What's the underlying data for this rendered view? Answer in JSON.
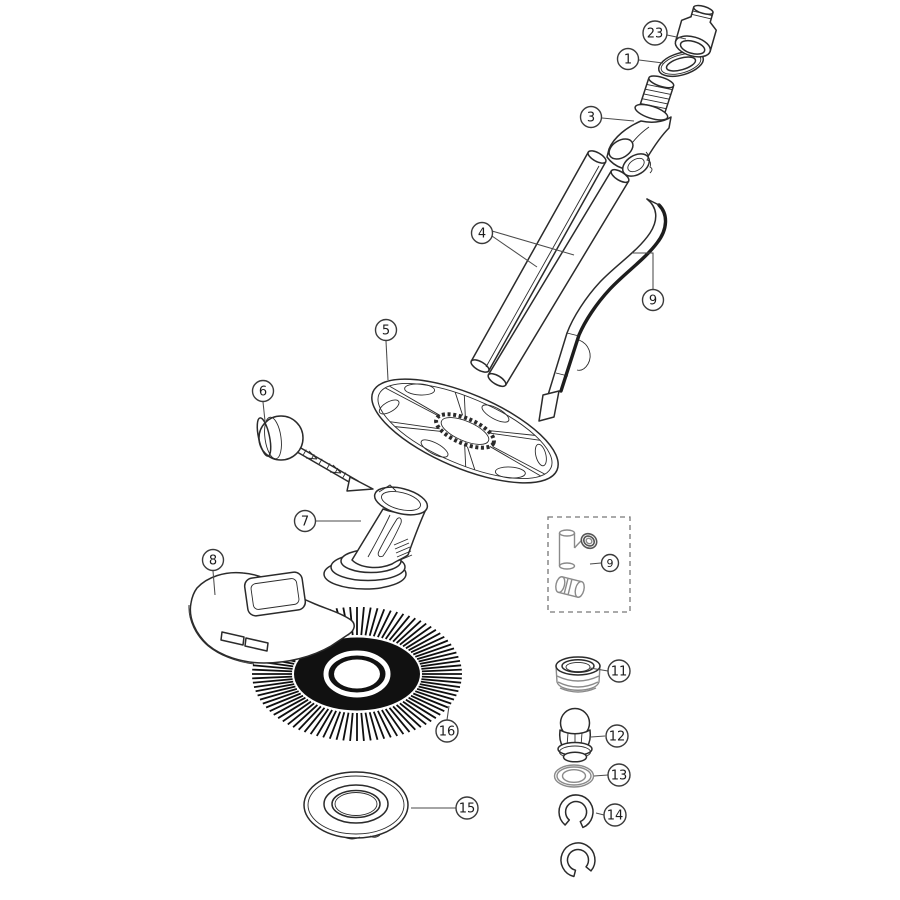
{
  "diagram": {
    "background_color": "#ffffff",
    "line_color": "#2b2b2b",
    "fin_color": "#0f0f0f",
    "hardware_gray": "#8a8a8a",
    "callouts": [
      {
        "label": "23"
      },
      {
        "label": "1"
      },
      {
        "label": "3"
      },
      {
        "label": "4"
      },
      {
        "label": "9"
      },
      {
        "label": "5"
      },
      {
        "label": "6"
      },
      {
        "label": "7"
      },
      {
        "label": "8"
      },
      {
        "label": "9"
      },
      {
        "label": "11"
      },
      {
        "label": "12"
      },
      {
        "label": "13"
      },
      {
        "label": "14"
      },
      {
        "label": "15"
      },
      {
        "label": "16"
      }
    ]
  }
}
